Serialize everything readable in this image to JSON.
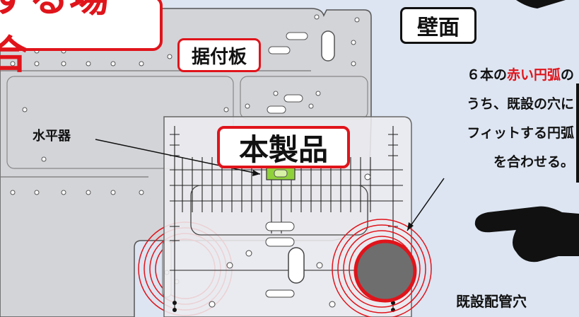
{
  "title_fragment": "する場合",
  "labels": {
    "wall": "壁面",
    "mounting_plate": "据付板",
    "product": "本製品",
    "level": "水平器",
    "existing_hole": "既設配管穴"
  },
  "instruction": {
    "prefix": "６本の",
    "highlight": "赤い円弧",
    "suffix_line1": "の",
    "line2": "うち、既設の穴に",
    "line3": "フィットする円弧",
    "line4": "を合わせる。"
  },
  "colors": {
    "accent_red": "#e0141b",
    "background": "#dde5f2",
    "plate_gray": "#cfcfd3",
    "level_green": "#8fd13a",
    "hole_gray": "#6e6e6e",
    "hand": "#111111"
  },
  "icons": [
    "pointing-hand-icon",
    "spirit-level-icon"
  ]
}
